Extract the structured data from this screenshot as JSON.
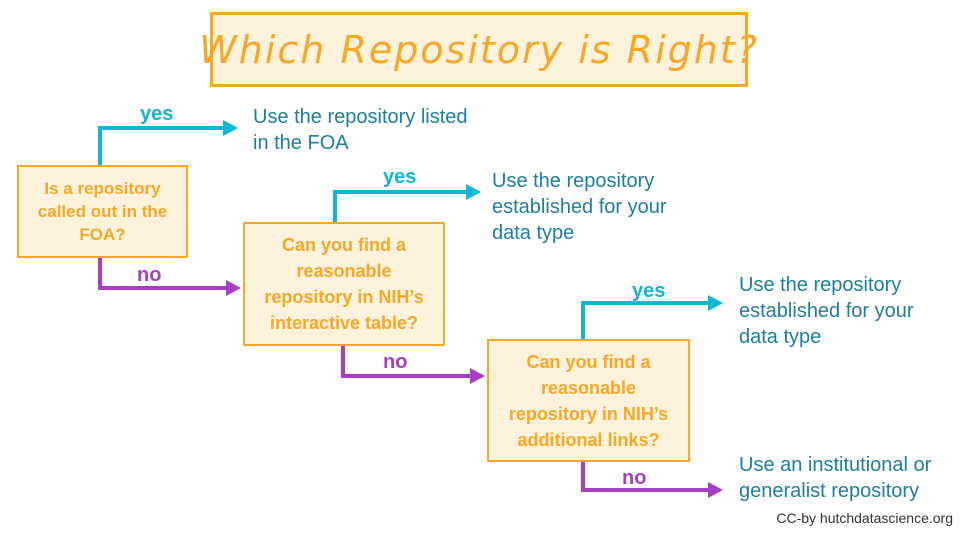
{
  "title": {
    "text": "Which Repository is Right?"
  },
  "colors": {
    "orange": "#F9A826",
    "box_fill": "#FDF2DC",
    "teal": "#0FB6D6",
    "teal_dark": "#1F7E9F",
    "purple": "#A93EC6",
    "credit": "#333333"
  },
  "labels": {
    "yes": "yes",
    "no": "no"
  },
  "nodes": [
    {
      "lines": [
        "Is a repository",
        "called out in the",
        "FOA?"
      ]
    },
    {
      "lines": [
        "Can you find a",
        "reasonable",
        "repository in NIH’s",
        "interactive table?"
      ]
    },
    {
      "lines": [
        "Can you find a",
        "reasonable",
        "repository in NIH’s",
        "additional links?"
      ]
    }
  ],
  "outcomes": [
    {
      "lines": [
        "Use the repository listed",
        "in the FOA"
      ]
    },
    {
      "lines": [
        "Use the repository",
        "established for your",
        "data type"
      ]
    },
    {
      "lines": [
        "Use the repository",
        "established for your",
        "data type"
      ]
    },
    {
      "lines": [
        "Use an institutional or",
        "generalist repository"
      ]
    }
  ],
  "credit": "CC-by hutchdatascience.org"
}
